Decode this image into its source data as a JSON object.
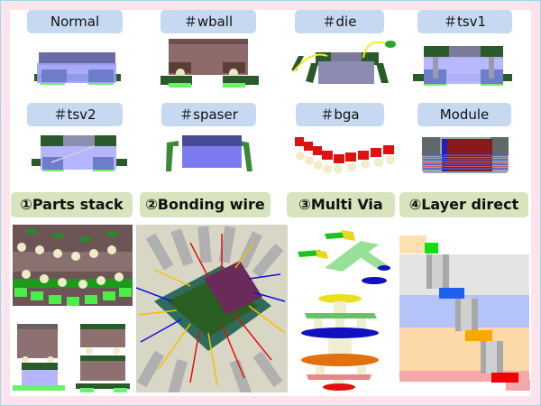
{
  "frame": {
    "border_color": "#9fd6e8",
    "band_color": "#fde4ec",
    "tag_color": "#c6d9f1",
    "section_color": "#d7e4bd"
  },
  "components": [
    {
      "label": "Normal",
      "icon": "normal-chip-icon"
    },
    {
      "label": "＃wball",
      "icon": "wireball-chip-icon"
    },
    {
      "label": "＃die",
      "icon": "die-chip-icon"
    },
    {
      "label": "＃tsv1",
      "icon": "tsv1-chip-icon"
    },
    {
      "label": "＃tsv2",
      "icon": "tsv2-chip-icon"
    },
    {
      "label": "＃spaser",
      "icon": "spacer-chip-icon"
    },
    {
      "label": "＃bga",
      "icon": "bga-chip-icon"
    },
    {
      "label": "Module",
      "icon": "module-chip-icon"
    }
  ],
  "sections": [
    {
      "label": "①Parts stack",
      "image": "parts-stack-image"
    },
    {
      "label": "②Bonding wire",
      "image": "bonding-wire-image"
    },
    {
      "label": "③Multi Via",
      "image": "multi-via-image"
    },
    {
      "label": "④Layer direct",
      "image": "layer-direct-image"
    }
  ]
}
